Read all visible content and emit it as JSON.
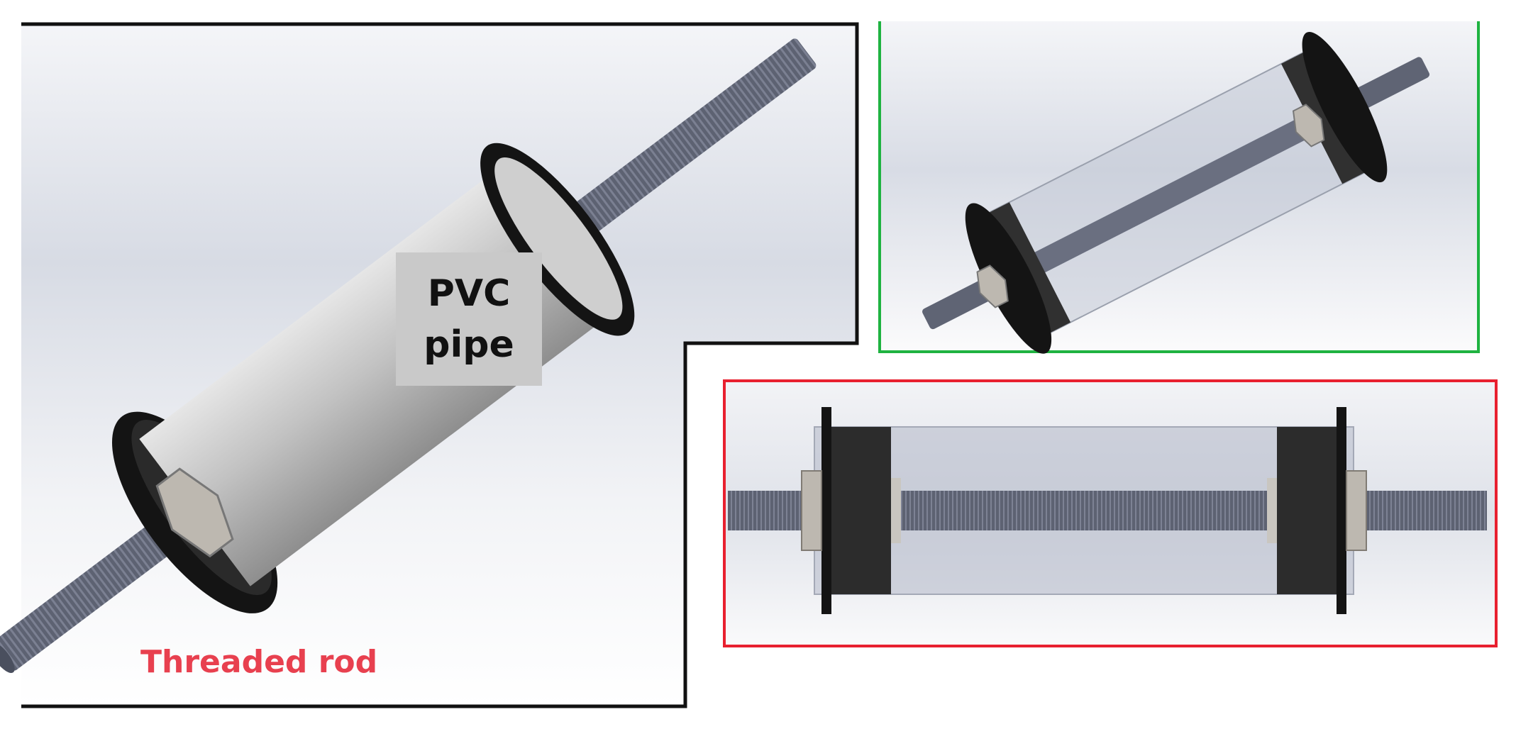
{
  "labels": {
    "pipe_label_line1": "PVC",
    "pipe_label_line2": "pipe",
    "rod_label": "Threaded rod"
  },
  "colors": {
    "main_frame": "#111111",
    "iso_frame": "#1fb341",
    "side_frame": "#e8202f",
    "rod_label": "#e8404f",
    "pipe": "#bdbdbd",
    "flange": "#1a1a1a",
    "rod": "#5b6070",
    "nut": "#b9b4ac"
  },
  "icons": [
    "pvc-pipe-assembly-main-view",
    "pvc-pipe-assembly-transparent-iso-view",
    "pvc-pipe-assembly-transparent-side-view"
  ]
}
